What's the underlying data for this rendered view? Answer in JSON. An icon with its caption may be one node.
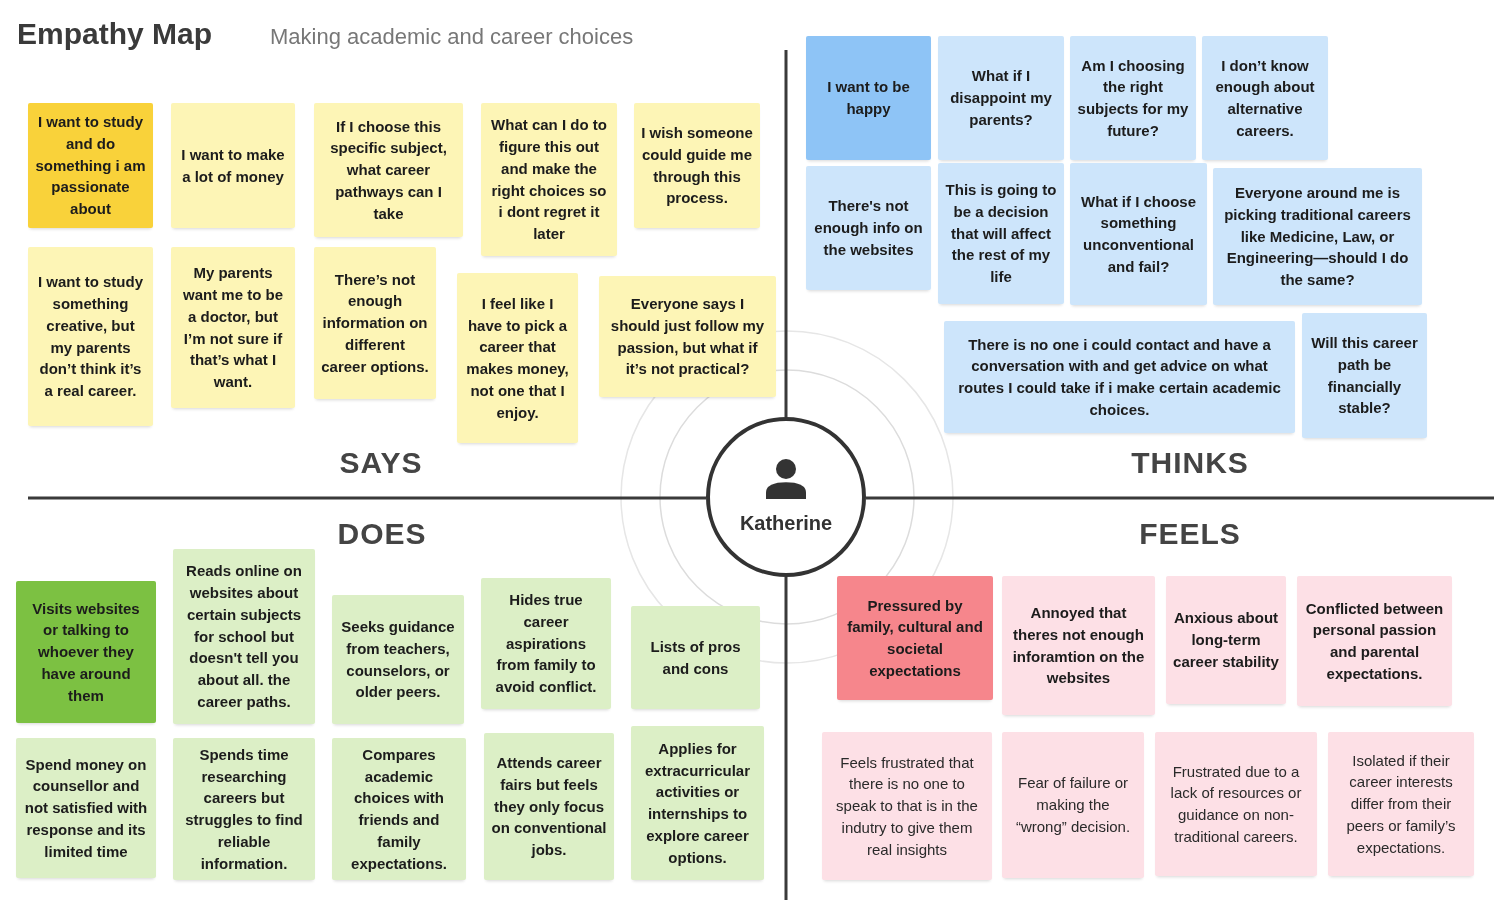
{
  "diagram": {
    "title": "Empathy Map",
    "nodes": [
      {
        "text": [
          "I want to study and do something i am passionate about"
        ]
      },
      {
        "text": [
          "I want to make a lot of money"
        ]
      },
      {
        "text": [
          "If I choose this specific subject, what career pathways can I take"
        ]
      },
      {
        "text": [
          "What can I do to figure this out and make the right choices so i dont regret it later"
        ]
      },
      {
        "text": [
          "I wish someone could guide me through this process."
        ]
      },
      {
        "text": [
          "I want to study something creative, but my parents don’t think it’s a real career."
        ]
      },
      {
        "text": [
          "My parents want me to be a doctor, but I’m not sure if that’s what I want."
        ]
      },
      {
        "text": [
          "There’s not enough information on different career options."
        ]
      },
      {
        "text": [
          "I feel like I have to pick a career that makes money, not one that I enjoy."
        ]
      },
      {
        "text": [
          "Everyone says I should just follow my passion, but what if it’s not practical?"
        ]
      },
      {
        "text": [
          "I want to be happy"
        ]
      },
      {
        "text": [
          "What if I disappoint my parents?"
        ]
      },
      {
        "text": [
          "Am I choosing the right subjects for my future?"
        ]
      },
      {
        "text": [
          "I don’t know enough about alternative careers."
        ]
      },
      {
        "text": [
          "There's not enough info on the websites"
        ]
      },
      {
        "text": [
          "This is going to be a decision that will affect the rest of my life"
        ]
      },
      {
        "text": [
          "What if I choose something unconventional and fail?"
        ]
      },
      {
        "text": [
          "Everyone around me is picking traditional careers like Medicine, Law, or Engineering—should I do the same?"
        ]
      },
      {
        "text": [
          "There is no one i could contact and have a conversation with and get advice on what routes I could take if i make certain academic choices."
        ]
      },
      {
        "text": [
          "Will this career path be financially stable?"
        ]
      },
      {
        "text": [
          "Katherine"
        ]
      },
      {
        "text": [
          "Visits websites or talking to whoever they have around them"
        ]
      },
      {
        "text": [
          "Reads online on websites about certain subjects for school but doesn't tell you about all. the career paths."
        ]
      },
      {
        "text": [
          "Seeks guidance from teachers, counselors, or older peers."
        ]
      },
      {
        "text": [
          "Hides true career aspirations from family to avoid conflict."
        ]
      },
      {
        "text": [
          "Lists of pros and cons"
        ]
      },
      {
        "text": [
          "Spend money on counsellor and not satisfied with response and its limited time"
        ]
      },
      {
        "text": [
          "Spends time researching careers but struggles to find reliable information."
        ]
      },
      {
        "text": [
          "Compares academic choices with friends and family expectations."
        ]
      },
      {
        "text": [
          "Attends career fairs but feels they only focus on conventional jobs."
        ]
      },
      {
        "text": [
          "Applies for extracurricular activities or internships to explore career options."
        ]
      },
      {
        "text": [
          "Pressured by family, cultural and societal expectations"
        ]
      },
      {
        "text": [
          "Annoyed that theres not enough inforamtion on the websites"
        ]
      },
      {
        "text": [
          "Anxious about long-term career stability"
        ]
      },
      {
        "text": [
          "Conflicted between personal passion and parental expectations."
        ]
      },
      {
        "text": [
          "Feels frustrated that there is no one to speak to that is in the indutry to give them real insights"
        ]
      },
      {
        "text": [
          "Fear of failure or making the “wrong” decision."
        ]
      },
      {
        "text": [
          "Frustrated due to a lack of resources or guidance on non-traditional careers."
        ]
      },
      {
        "text": [
          "Isolated if their career interests differ from their peers or family’s expectations."
        ]
      }
    ],
    "labels": [
      "Making academic and career choices",
      "SAYS",
      "THINKS",
      "DOES",
      "FEELS"
    ]
  }
}
